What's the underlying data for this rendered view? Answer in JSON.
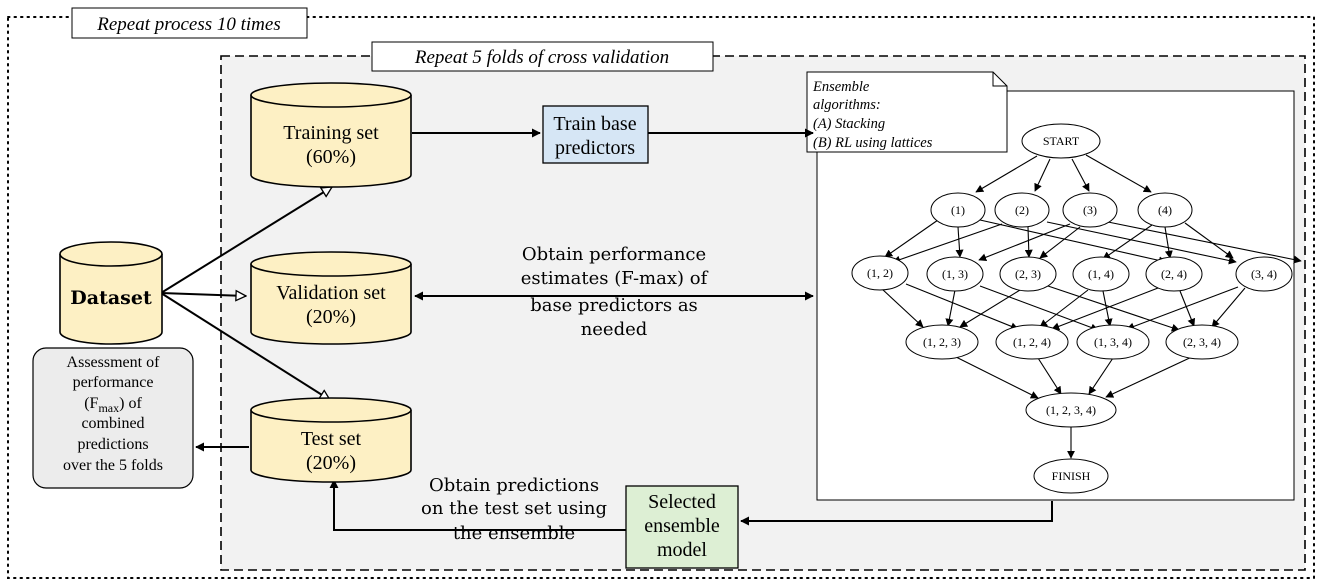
{
  "outer_loop": {
    "label": "Repeat process 10 times"
  },
  "inner_loop": {
    "label": "Repeat 5 folds of cross validation"
  },
  "dataset": {
    "label": "Dataset"
  },
  "training_set": {
    "line1": "Training set",
    "line2": "(60%)"
  },
  "validation_set": {
    "line1": "Validation set",
    "line2": "(20%)"
  },
  "test_set": {
    "line1": "Test set",
    "line2": "(20%)"
  },
  "train_base": {
    "line1": "Train base",
    "line2": "predictors"
  },
  "perf_estimates": {
    "line1": "Obtain performance",
    "line2": "estimates (F-max) of",
    "line3": "base predictors as",
    "line4": "needed"
  },
  "obtain_predictions": {
    "line1": "Obtain predictions",
    "line2": "on the test set using",
    "line3": "the ensemble"
  },
  "selected_ensemble": {
    "line1": "Selected",
    "line2": "ensemble",
    "line3": "model"
  },
  "assessment": {
    "line1": "Assessment of",
    "line2": "performance",
    "line3_open": "(F",
    "line3_sub": "max",
    "line3_close": ") of",
    "line4": "combined",
    "line5": "predictions",
    "line6": "over the 5 folds"
  },
  "ensemble_note": {
    "line1": "Ensemble",
    "line2": "algorithms:",
    "line3": "(A) Stacking",
    "line4": "(B) RL using lattices"
  },
  "lattice": {
    "start": "START",
    "finish": "FINISH",
    "level1": [
      "(1)",
      "(2)",
      "(3)",
      "(4)"
    ],
    "level2": [
      "(1, 2)",
      "(1, 3)",
      "(2, 3)",
      "(1, 4)",
      "(2, 4)",
      "(3, 4)"
    ],
    "level3": [
      "(1, 2, 3)",
      "(1, 2, 4)",
      "(1, 3, 4)",
      "(2, 3, 4)"
    ],
    "level4": [
      "(1, 2, 3, 4)"
    ]
  },
  "colors": {
    "cylinder_fill": "#fdf0c4",
    "train_box_fill": "#d6e6f5",
    "ensemble_box_fill": "#ddefd4",
    "assessment_fill": "#ececec",
    "inner_region_fill": "#f2f2f2"
  }
}
